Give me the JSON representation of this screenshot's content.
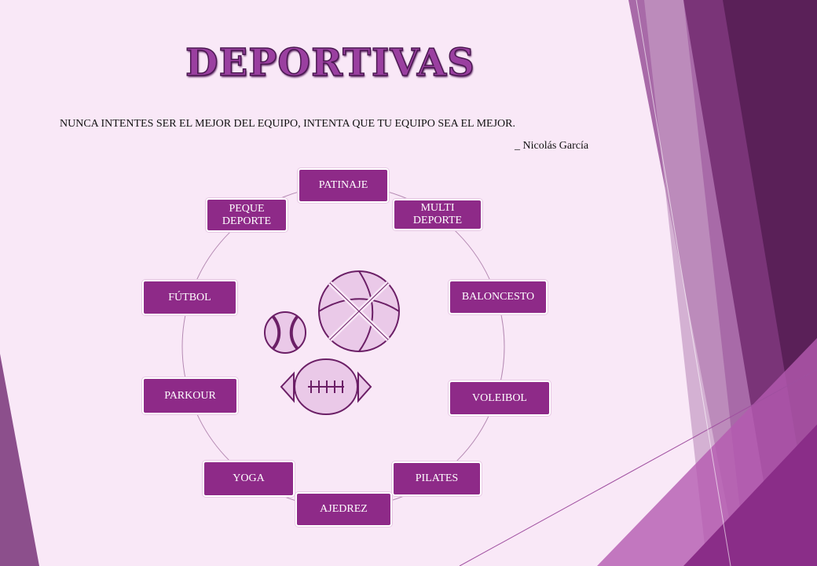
{
  "title": "DEPORTIVAS",
  "quote": "NUNCA INTENTES SER EL MEJOR DEL EQUIPO, INTENTA QUE TU EQUIPO SEA EL MEJOR.",
  "author": "_ Nicolás García",
  "cycle": [
    "PATINAJE",
    "MULTI DEPORTE",
    "BALONCESTO",
    "VOLEIBOL",
    "PILATES",
    "AJEDREZ",
    "YOGA",
    "PARKOUR",
    "FÚTBOL",
    "PEQUE DEPORTE"
  ],
  "colors": {
    "box": "#8e2a88",
    "background": "#f9e8f7"
  }
}
